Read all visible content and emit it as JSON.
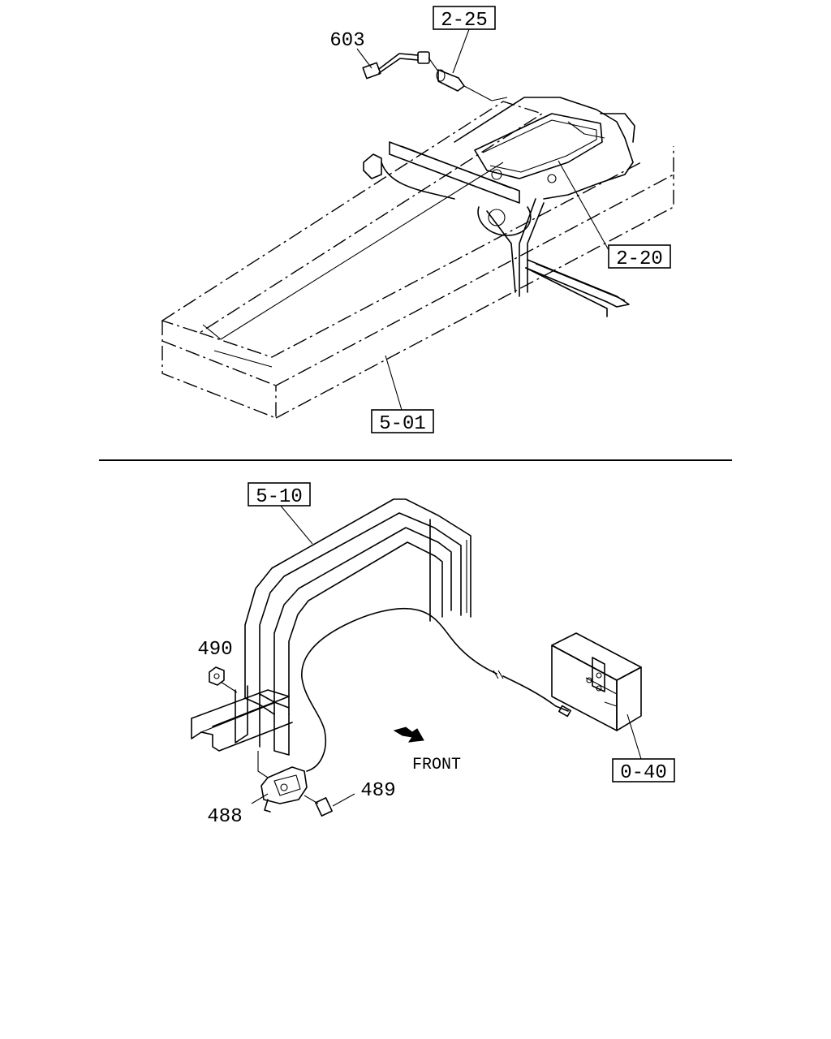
{
  "callouts": {
    "ref_2_25": "2-25",
    "ref_2_20": "2-20",
    "ref_5_01": "5-01",
    "ref_5_10": "5-10",
    "ref_0_40": "0-40",
    "part_603": "603",
    "part_490": "490",
    "part_489": "489",
    "part_488": "488"
  },
  "direction": {
    "front_label": "FRONT",
    "arrow_icon": "front-direction-arrow-icon"
  },
  "colors": {
    "ink": "#000000",
    "paper": "#ffffff"
  }
}
